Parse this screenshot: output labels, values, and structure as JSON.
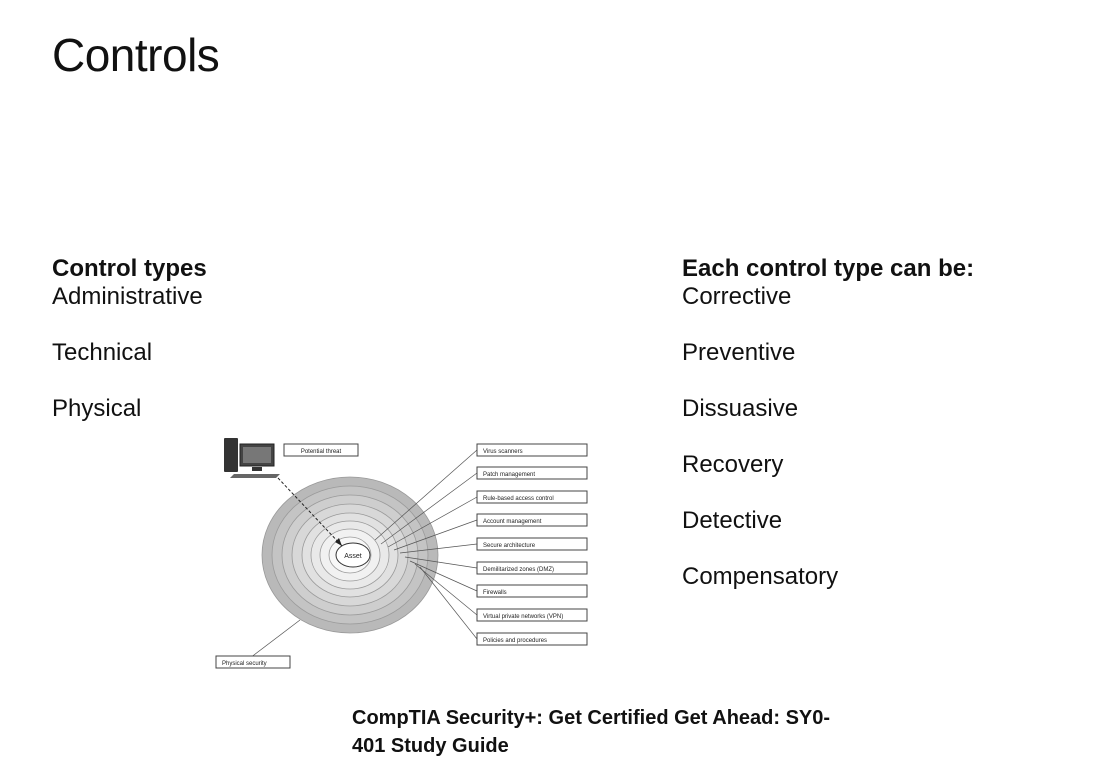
{
  "slide": {
    "title": "Controls",
    "left": {
      "heading": "Control types",
      "items": [
        "Administrative",
        "Technical",
        "Physical"
      ]
    },
    "right": {
      "heading": "Each control type can be:",
      "items": [
        "Corrective",
        "Preventive",
        "Dissuasive",
        "Recovery",
        "Detective",
        "Compensatory"
      ]
    },
    "diagram": {
      "threat_label": "Potential threat",
      "center_label": "Asset",
      "physical_label": "Physical security",
      "layers": [
        "Virus scanners",
        "Patch management",
        "Rule-based access control",
        "Account management",
        "Secure architecture",
        "Demilitarized zones (DMZ)",
        "Firewalls",
        "Virtual private networks (VPN)",
        "Policies and procedures"
      ]
    },
    "citation": {
      "line1": "CompTIA Security+: Get Certified Get Ahead: SY0-",
      "line2": "401 Study Guide"
    }
  }
}
